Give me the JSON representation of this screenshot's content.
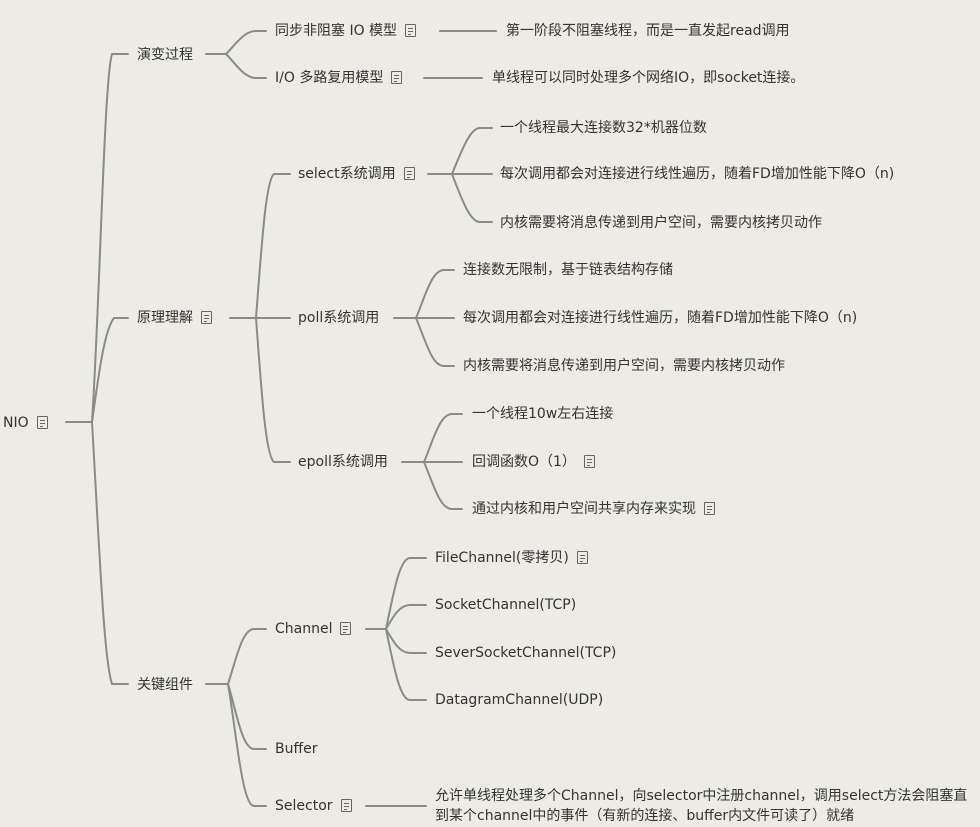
{
  "root": {
    "label": "NIO",
    "has_note": true
  },
  "branches": [
    {
      "label": "演变过程",
      "has_note": false,
      "children": [
        {
          "label": "同步非阻塞 IO 模型",
          "has_note": true,
          "children": [
            {
              "label": "第一阶段不阻塞线程，而是一直发起read调用"
            }
          ]
        },
        {
          "label": "I/O 多路复用模型",
          "has_note": true,
          "children": [
            {
              "label": "单线程可以同时处理多个网络IO，即socket连接。"
            }
          ]
        }
      ]
    },
    {
      "label": "原理理解",
      "has_note": true,
      "children": [
        {
          "label": "select系统调用",
          "has_note": true,
          "children": [
            {
              "label": "一个线程最大连接数32*机器位数"
            },
            {
              "label": "每次调用都会对连接进行线性遍历，随着FD增加性能下降O（n)"
            },
            {
              "label": "内核需要将消息传递到用户空间，需要内核拷贝动作"
            }
          ]
        },
        {
          "label": "poll系统调用",
          "has_note": false,
          "children": [
            {
              "label": "连接数无限制，基于链表结构存储"
            },
            {
              "label": "每次调用都会对连接进行线性遍历，随着FD增加性能下降O（n)"
            },
            {
              "label": "内核需要将消息传递到用户空间，需要内核拷贝动作"
            }
          ]
        },
        {
          "label": "epoll系统调用",
          "has_note": false,
          "children": [
            {
              "label": "一个线程10w左右连接",
              "has_note": false
            },
            {
              "label": "回调函数O（1）",
              "has_note": true
            },
            {
              "label": "通过内核和用户空间共享内存来实现",
              "has_note": true
            }
          ]
        }
      ]
    },
    {
      "label": "关键组件",
      "has_note": false,
      "children": [
        {
          "label": "Channel",
          "has_note": true,
          "children": [
            {
              "label": "FileChannel(零拷贝)",
              "has_note": true
            },
            {
              "label": "SocketChannel(TCP)",
              "has_note": false
            },
            {
              "label": "SeverSocketChannel(TCP)",
              "has_note": false
            },
            {
              "label": "DatagramChannel(UDP)",
              "has_note": false
            }
          ]
        },
        {
          "label": "Buffer",
          "has_note": false,
          "children": []
        },
        {
          "label": "Selector",
          "has_note": true,
          "children": [
            {
              "label": "允许单线程处理多个Channel，向selector中注册channel，调用select方法会阻塞直到某个channel中的事件（有新的连接、buffer内文件可读了）就绪"
            }
          ]
        }
      ]
    }
  ],
  "colors": {
    "background": "#ecece4",
    "connector": "#8a8a8a",
    "text": "#333333",
    "note_icon": "#666666"
  },
  "icons": {
    "note": "note-icon"
  }
}
